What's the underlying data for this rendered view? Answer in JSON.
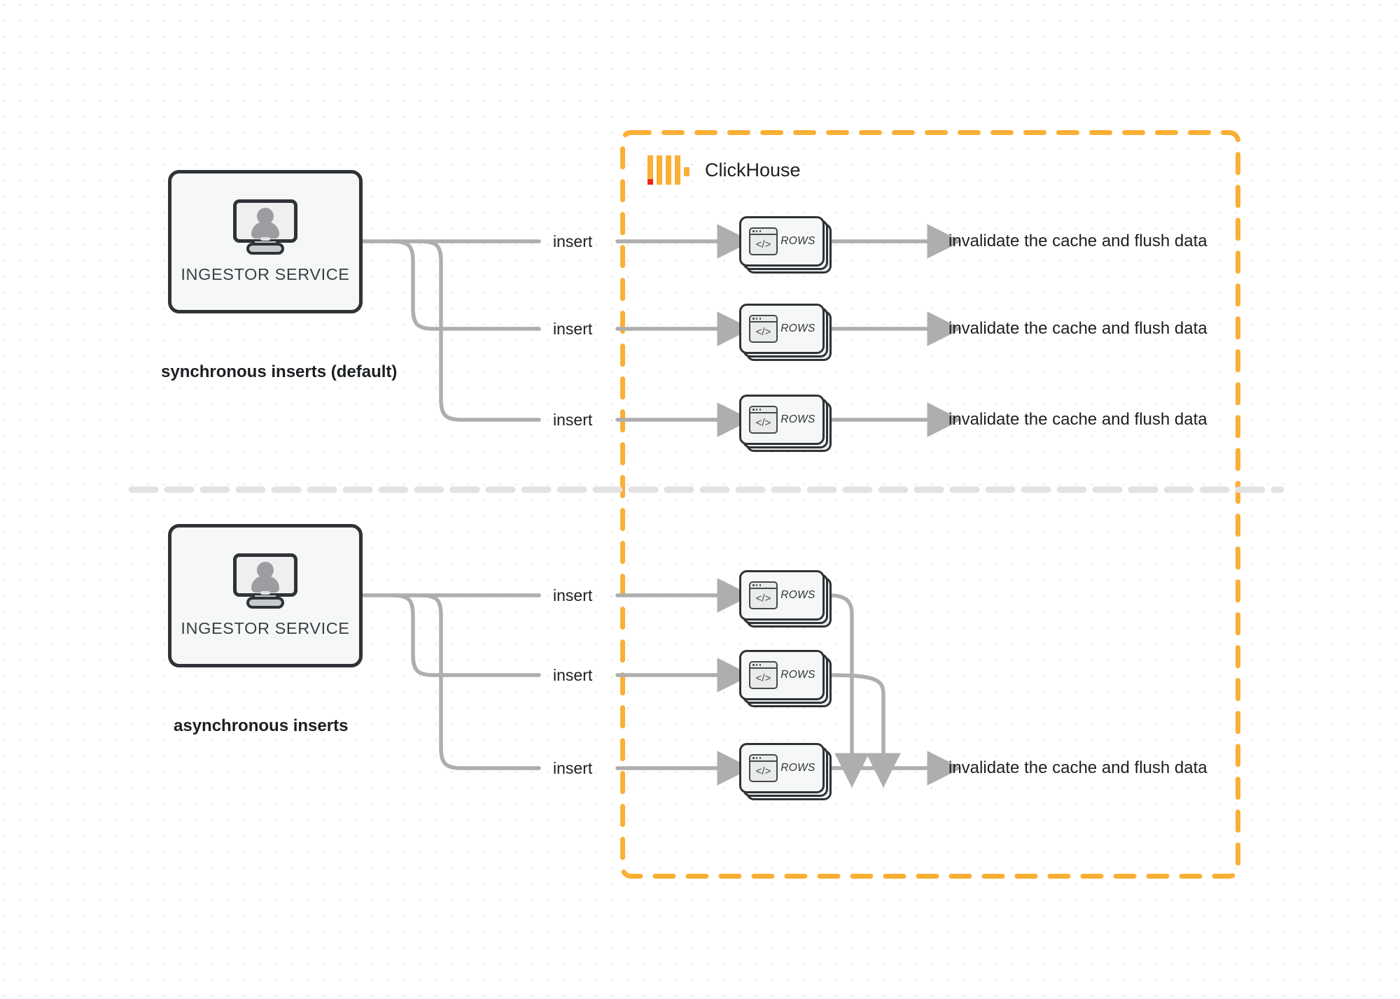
{
  "diagram": {
    "title": "ClickHouse synchronous vs asynchronous inserts",
    "background": "#ffffff",
    "grid_dot_color": "#e9e7e7",
    "boundary_color": "#FAAF35",
    "connector_color": "#AEAEAE",
    "box_border_color": "#2f3337"
  },
  "clickhouse": {
    "label": "ClickHouse",
    "logo_icon": "clickhouse-logo-icon",
    "logo_bar_color": "#FAAF35",
    "logo_accent_color": "#E8261A"
  },
  "sections": [
    {
      "id": "synchronous",
      "caption": "synchronous inserts (default)",
      "service": {
        "label": "INGESTOR SERVICE",
        "icon": "monitor-user-icon"
      },
      "edges": [
        {
          "label": "insert"
        },
        {
          "label": "insert"
        },
        {
          "label": "insert"
        }
      ],
      "cards": [
        {
          "label": "ROWS",
          "icon": "code-window-icon"
        },
        {
          "label": "ROWS",
          "icon": "code-window-icon"
        },
        {
          "label": "ROWS",
          "icon": "code-window-icon"
        }
      ],
      "outputs": [
        {
          "label": "invalidate the cache and flush data"
        },
        {
          "label": "invalidate the cache and flush data"
        },
        {
          "label": "invalidate the cache and flush data"
        }
      ]
    },
    {
      "id": "asynchronous",
      "caption": "asynchronous inserts",
      "service": {
        "label": "INGESTOR SERVICE",
        "icon": "monitor-user-icon"
      },
      "edges": [
        {
          "label": "insert"
        },
        {
          "label": "insert"
        },
        {
          "label": "insert"
        }
      ],
      "cards": [
        {
          "label": "ROWS",
          "icon": "code-window-icon"
        },
        {
          "label": "ROWS",
          "icon": "code-window-icon"
        },
        {
          "label": "ROWS",
          "icon": "code-window-icon"
        }
      ],
      "outputs": [
        {
          "label": "invalidate the cache and flush data"
        }
      ]
    }
  ]
}
